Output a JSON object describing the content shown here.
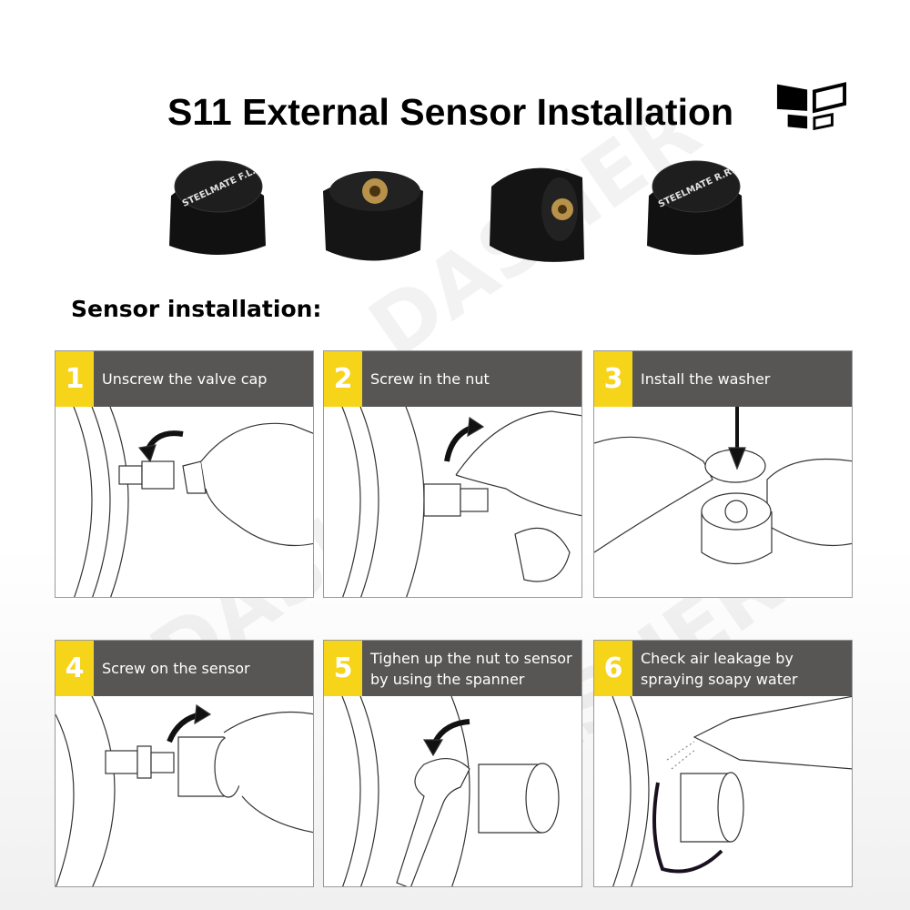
{
  "title": "S11 External Sensor Installation",
  "logo": "brand-logo",
  "sensor_labels": [
    "STEELMATE F.L.",
    "STEELMATE R.R."
  ],
  "subtitle": "Sensor installation:",
  "watermark": "DASHER",
  "colors": {
    "number_badge": "#f6d419",
    "header_band": "#575654"
  },
  "steps": [
    {
      "number": "1",
      "text": "Unscrew the valve cap"
    },
    {
      "number": "2",
      "text": "Screw in the nut"
    },
    {
      "number": "3",
      "text": "Install the washer"
    },
    {
      "number": "4",
      "text": "Screw on the sensor"
    },
    {
      "number": "5",
      "text": "Tighen up the nut to sensor by using the spanner"
    },
    {
      "number": "6",
      "text": "Check air leakage by spraying soapy water"
    }
  ]
}
